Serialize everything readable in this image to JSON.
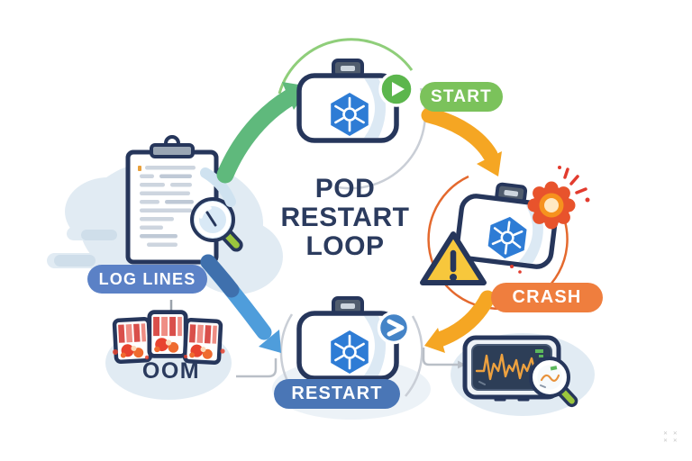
{
  "title": {
    "text": "POD RESTART LOOP",
    "line1": "POD",
    "line2": "RESTART",
    "line3": "LOOP"
  },
  "badges": {
    "start": {
      "label": "START",
      "bg": "#7bc25b"
    },
    "crash": {
      "label": "CRASH",
      "bg": "#ef7e3e"
    },
    "restart": {
      "label": "RESTART",
      "bg": "#4a76b6"
    },
    "log_lines": {
      "label": "LOG LINES",
      "bg": "#5b81c6"
    }
  },
  "labels": {
    "oom": "OOM"
  },
  "flow": [
    {
      "from": "log-lines",
      "to": "start",
      "arrow_color": "#5fb97c"
    },
    {
      "from": "start",
      "to": "crash",
      "arrow_color": "#f5a623"
    },
    {
      "from": "crash",
      "to": "restart",
      "arrow_color": "#f5a623"
    },
    {
      "from": "log-lines",
      "to": "restart",
      "arrow_color": "#4f9ddb"
    },
    {
      "from": "log-lines",
      "to": "oom",
      "arrow_color": "#9aa2ab"
    },
    {
      "from": "oom",
      "to": "restart",
      "arrow_color": "#b9bfc7"
    },
    {
      "from": "restart",
      "to": "monitor",
      "arrow_color": "#b9bfc7"
    }
  ],
  "icons": {
    "pod-icon": "💼",
    "kubernetes-icon": "⎈",
    "play-icon": "▶",
    "forward-icon": "»",
    "warning-icon": "⚠",
    "explosion-icon": "✹",
    "magnifier-icon": "🔍",
    "clipboard-icon": "📋",
    "ram-chip-icon": "▤",
    "monitor-icon": "🖥",
    "waveform-icon": "∿"
  },
  "colors": {
    "navy_outline": "#26365b",
    "title_text": "#2b3b5e",
    "kubernetes_blue": "#2e7cd5",
    "green_arrow": "#5fb97c",
    "yellow_arrow": "#f5a623",
    "blue_arrow": "#4f9ddb",
    "warning_yellow": "#f7c73c",
    "explosion_red": "#e8532c",
    "explosion_orange": "#f6921e",
    "screen_dark": "#2d3e57",
    "waveform_orange": "#eda13f",
    "blob_light_blue": "#e1ebf3",
    "magnifier_handle_green": "#9bc53d"
  },
  "artifact": {
    "corner_marks": "✕ ✕\n✕ ✕"
  }
}
